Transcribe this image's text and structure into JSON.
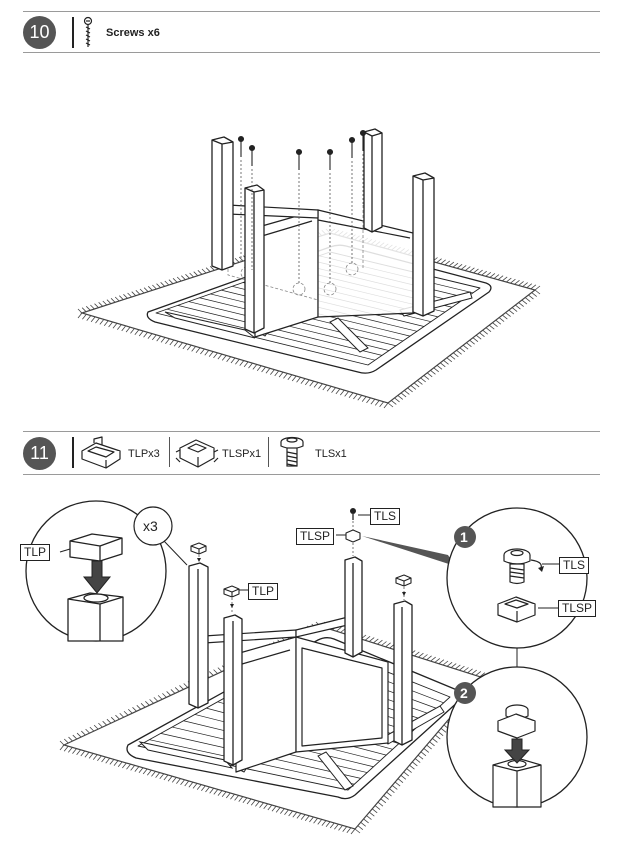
{
  "step10": {
    "number": "10",
    "part_label": "Screws x6",
    "part_icon": "screw-icon"
  },
  "step11": {
    "number": "11",
    "parts": [
      {
        "label": "TLPx3",
        "icon": "leg-plug-icon"
      },
      {
        "label": "TLSPx1",
        "icon": "leveler-socket-icon"
      },
      {
        "label": "TLSx1",
        "icon": "leveler-screw-icon"
      }
    ],
    "detail_qty": "x3",
    "callouts": {
      "tlp_detail": "TLP",
      "tlp_leg": "TLP",
      "tls_top": "TLS",
      "tlsp_top": "TLSP",
      "tls_detail": "TLS",
      "tlsp_detail": "TLSP"
    },
    "detail_steps": [
      "1",
      "2"
    ]
  },
  "colors": {
    "ink": "#222222",
    "badge": "#555555",
    "rule": "#9a9a9a",
    "hatch": "#444444"
  }
}
